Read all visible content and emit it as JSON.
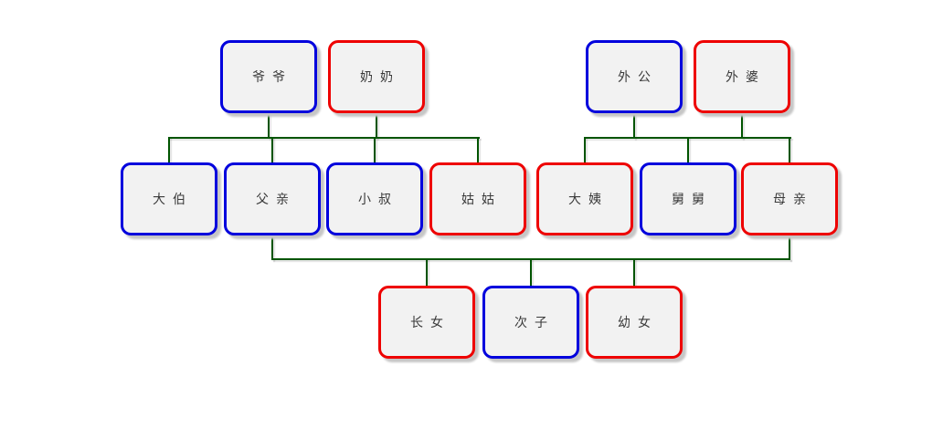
{
  "colors": {
    "male": "#0000dd",
    "female": "#ee0000",
    "line": "#005400",
    "fill": "#f2f2f2",
    "text": "#3a3a3a",
    "bg": "#ffffff"
  },
  "nodes": [
    {
      "label": "爷爷",
      "type": "male"
    },
    {
      "label": "奶奶",
      "type": "female"
    },
    {
      "label": "外公",
      "type": "male"
    },
    {
      "label": "外婆",
      "type": "female"
    },
    {
      "label": "大伯",
      "type": "male"
    },
    {
      "label": "父亲",
      "type": "male"
    },
    {
      "label": "小叔",
      "type": "male"
    },
    {
      "label": "姑姑",
      "type": "female"
    },
    {
      "label": "大姨",
      "type": "female"
    },
    {
      "label": "舅舅",
      "type": "male"
    },
    {
      "label": "母亲",
      "type": "female"
    },
    {
      "label": "长女",
      "type": "female"
    },
    {
      "label": "次子",
      "type": "male"
    },
    {
      "label": "幼女",
      "type": "female"
    }
  ],
  "families": [
    {
      "parents": [
        "爷爷",
        "奶奶"
      ],
      "children": [
        "大伯",
        "父亲",
        "小叔",
        "姑姑"
      ]
    },
    {
      "parents": [
        "外公",
        "外婆"
      ],
      "children": [
        "大姨",
        "舅舅",
        "母亲"
      ]
    },
    {
      "parents": [
        "父亲",
        "母亲"
      ],
      "children": [
        "长女",
        "次子",
        "幼女"
      ]
    }
  ]
}
